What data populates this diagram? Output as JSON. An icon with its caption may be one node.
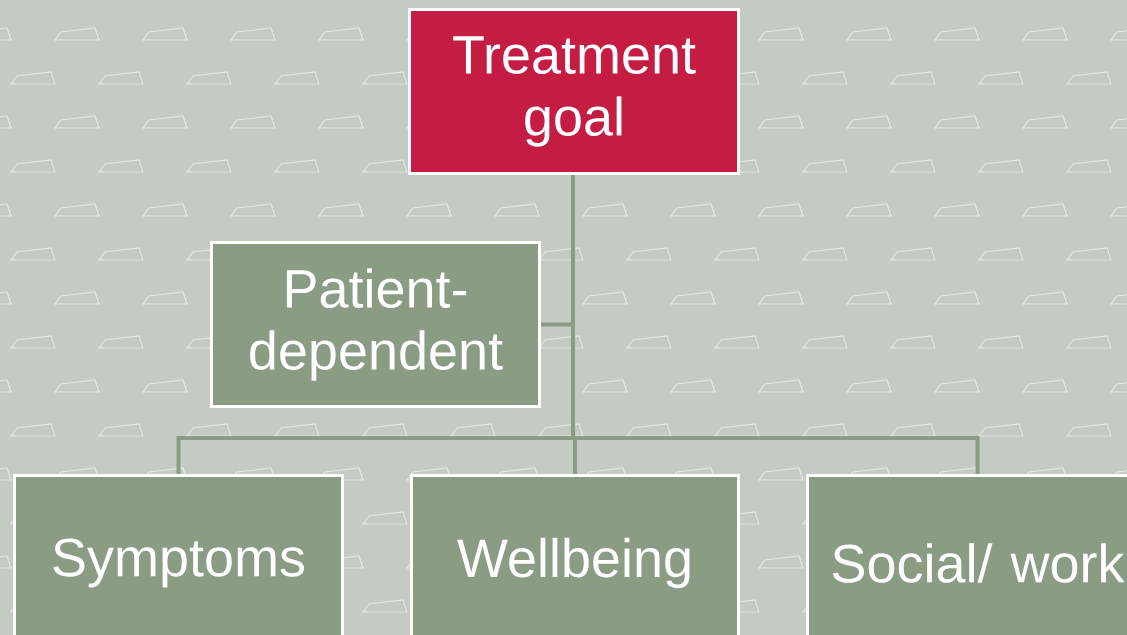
{
  "diagram": {
    "nodes": [
      {
        "text": [
          "Treatment goal"
        ]
      },
      {
        "text": [
          "Patient-dependent"
        ]
      },
      {
        "text": [
          "Symptoms"
        ]
      },
      {
        "text": [
          "Wellbeing"
        ]
      },
      {
        "text": [
          "Social/ work"
        ]
      }
    ],
    "edges": [
      {
        "from": 0,
        "to": 1,
        "arrow": "none"
      },
      {
        "from": 0,
        "to": 2,
        "arrow": "none"
      },
      {
        "from": 0,
        "to": 3,
        "arrow": "none"
      },
      {
        "from": 0,
        "to": 4,
        "arrow": "none"
      }
    ]
  }
}
